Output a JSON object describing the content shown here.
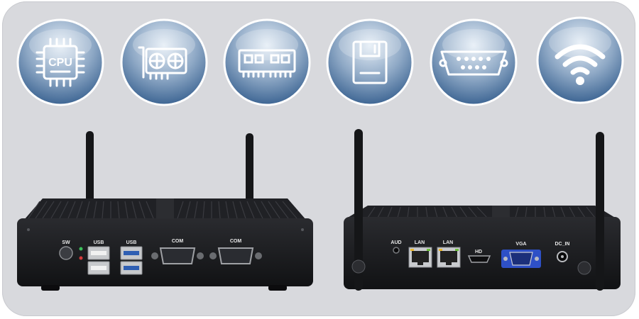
{
  "feature_icons": [
    {
      "icon": "cpu-icon",
      "text": "CPU"
    },
    {
      "icon": "graphics-card-icon"
    },
    {
      "icon": "memory-module-icon"
    },
    {
      "icon": "storage-drive-icon"
    },
    {
      "icon": "serial-port-icon"
    },
    {
      "icon": "wifi-icon"
    }
  ],
  "front_panel": {
    "labels": {
      "sw": "SW",
      "usb_1": "USB",
      "usb_2": "USB",
      "com_1": "COM",
      "com_2": "COM"
    }
  },
  "rear_panel": {
    "labels": {
      "aud": "AUD",
      "lan_1": "LAN",
      "lan_2": "LAN",
      "hd": "HD",
      "vga": "VGA",
      "dc_in": "DC_IN"
    }
  },
  "colors": {
    "panel_background": "#d8d9dd",
    "icon_blue_dark": "#3d6593",
    "icon_blue_light": "#dfeaf4",
    "device_body": "#1a1b1e",
    "usb3_port": "#2f5fb3",
    "vga_port": "#2e50c6"
  }
}
